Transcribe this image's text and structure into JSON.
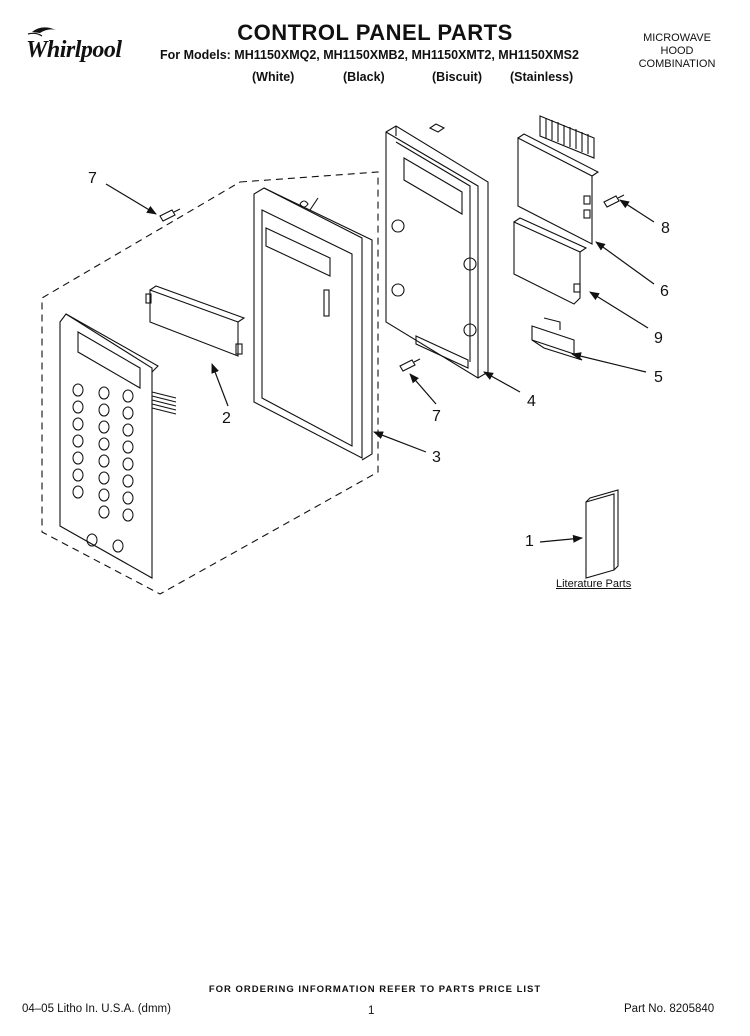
{
  "header": {
    "brand": "Whirlpool",
    "title": "CONTROL PANEL PARTS",
    "models_line": "For Models: MH1150XMQ2, MH1150XMB2, MH1150XMT2, MH1150XMS2",
    "variants": [
      "(White)",
      "(Black)",
      "(Biscuit)",
      "(Stainless)"
    ],
    "product_type": [
      "MICROWAVE",
      "HOOD",
      "COMBINATION"
    ]
  },
  "callouts": [
    "7",
    "8",
    "6",
    "9",
    "5",
    "2",
    "7",
    "4",
    "3",
    "1"
  ],
  "literature_label": "Literature Parts",
  "footer": {
    "note": "FOR ORDERING INFORMATION REFER TO PARTS PRICE LIST",
    "left": "04–05 Litho In. U.S.A. (dmm)",
    "page": "1",
    "part_no": "Part No. 8205840"
  },
  "colors": {
    "ink": "#111111",
    "paper": "#ffffff"
  }
}
